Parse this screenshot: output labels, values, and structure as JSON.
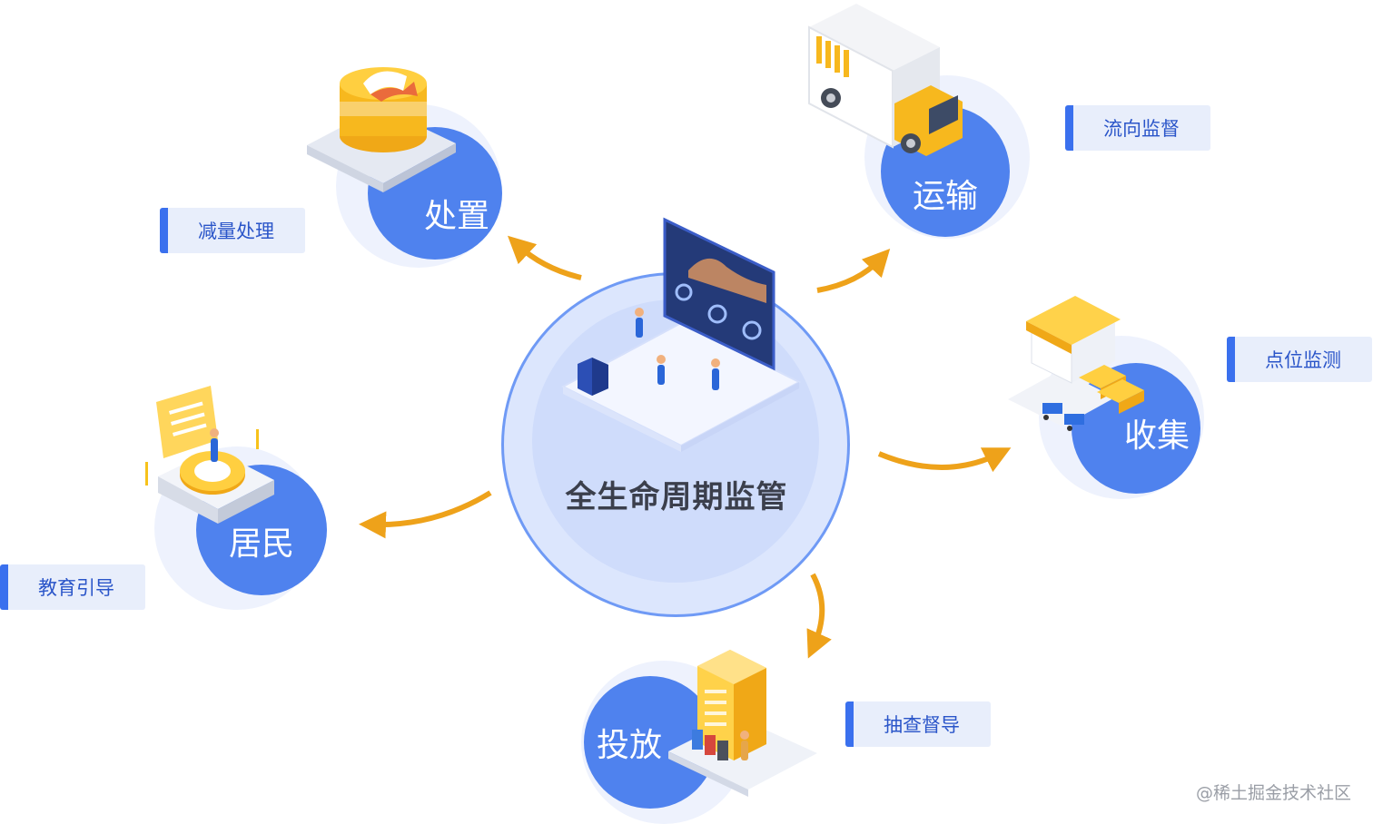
{
  "center": {
    "label": "全生命周期监管"
  },
  "nodes": {
    "disposal": {
      "label": "处置",
      "tag": "减量处理"
    },
    "transport": {
      "label": "运输",
      "tag": "流向监督"
    },
    "collection": {
      "label": "收集",
      "tag": "点位监测"
    },
    "delivery": {
      "label": "投放",
      "tag": "抽查督导"
    },
    "residents": {
      "label": "居民",
      "tag": "教育引导"
    }
  },
  "watermark": "@稀土掘金技术社区",
  "colors": {
    "node_blue": "#4f82ee",
    "halo": "#eef2fd",
    "tag_bg": "#e8eefb",
    "tag_text": "#2a55c9",
    "arrow": "#eea21a",
    "accent_yellow": "#f7c21b"
  }
}
